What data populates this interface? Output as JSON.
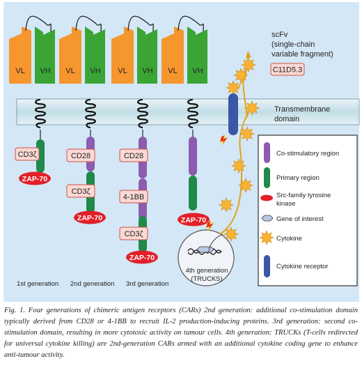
{
  "labels": {
    "vl": "VL",
    "vh": "VH",
    "scfv": [
      "scFv",
      "(single-chain",
      "variable fragment)"
    ],
    "c11d53": "C11D5.3",
    "transmembrane": [
      "Transmembrane",
      "domain"
    ],
    "cd3z": "CD3ζ",
    "cd28": "CD28",
    "bb41": "4-1BB",
    "zap70": "ZAP-70",
    "trucks": [
      "4th generation",
      "(TRUCKS)"
    ],
    "gen1": "1st generation",
    "gen2": "2nd generation",
    "gen3": "3rd generation"
  },
  "legend": {
    "costim": "Co-stimulatory region",
    "primary": "Primary region",
    "src": [
      "Src-family tyrosine",
      "kinase"
    ],
    "gene": "Gene of interest",
    "cytokine": "Cytokine",
    "receptor": "Cytokine receptor"
  },
  "colors": {
    "background": "#d4e7f6",
    "vl": "#f6962e",
    "vh": "#3aa535",
    "costim": "#8c5cb0",
    "primary": "#1f8a4a",
    "zap": "#e3202a",
    "receptor": "#3a57a6",
    "cytokine": "#f9b233",
    "label_fill": "#fbd9d4",
    "label_stroke": "#d2504b",
    "membrane": "#c9e2ea"
  },
  "caption": "Fig. 1. Four generations of chimeric antigen receptors (CARs) 2nd generation: additional co-stimulation domain typically derived from CD28 or 4-1BB to recruit IL-2 production-inducing proteins. 3rd generation: second co-stimulation domain, resulting in more cytotoxic activity on tumour cells. 4th generation: TRUCKs (T-cells redirected for universal cytokine killing) are 2nd-generation CARs armed with an additional cytokine coding gene to enhance anti-tumour activity."
}
